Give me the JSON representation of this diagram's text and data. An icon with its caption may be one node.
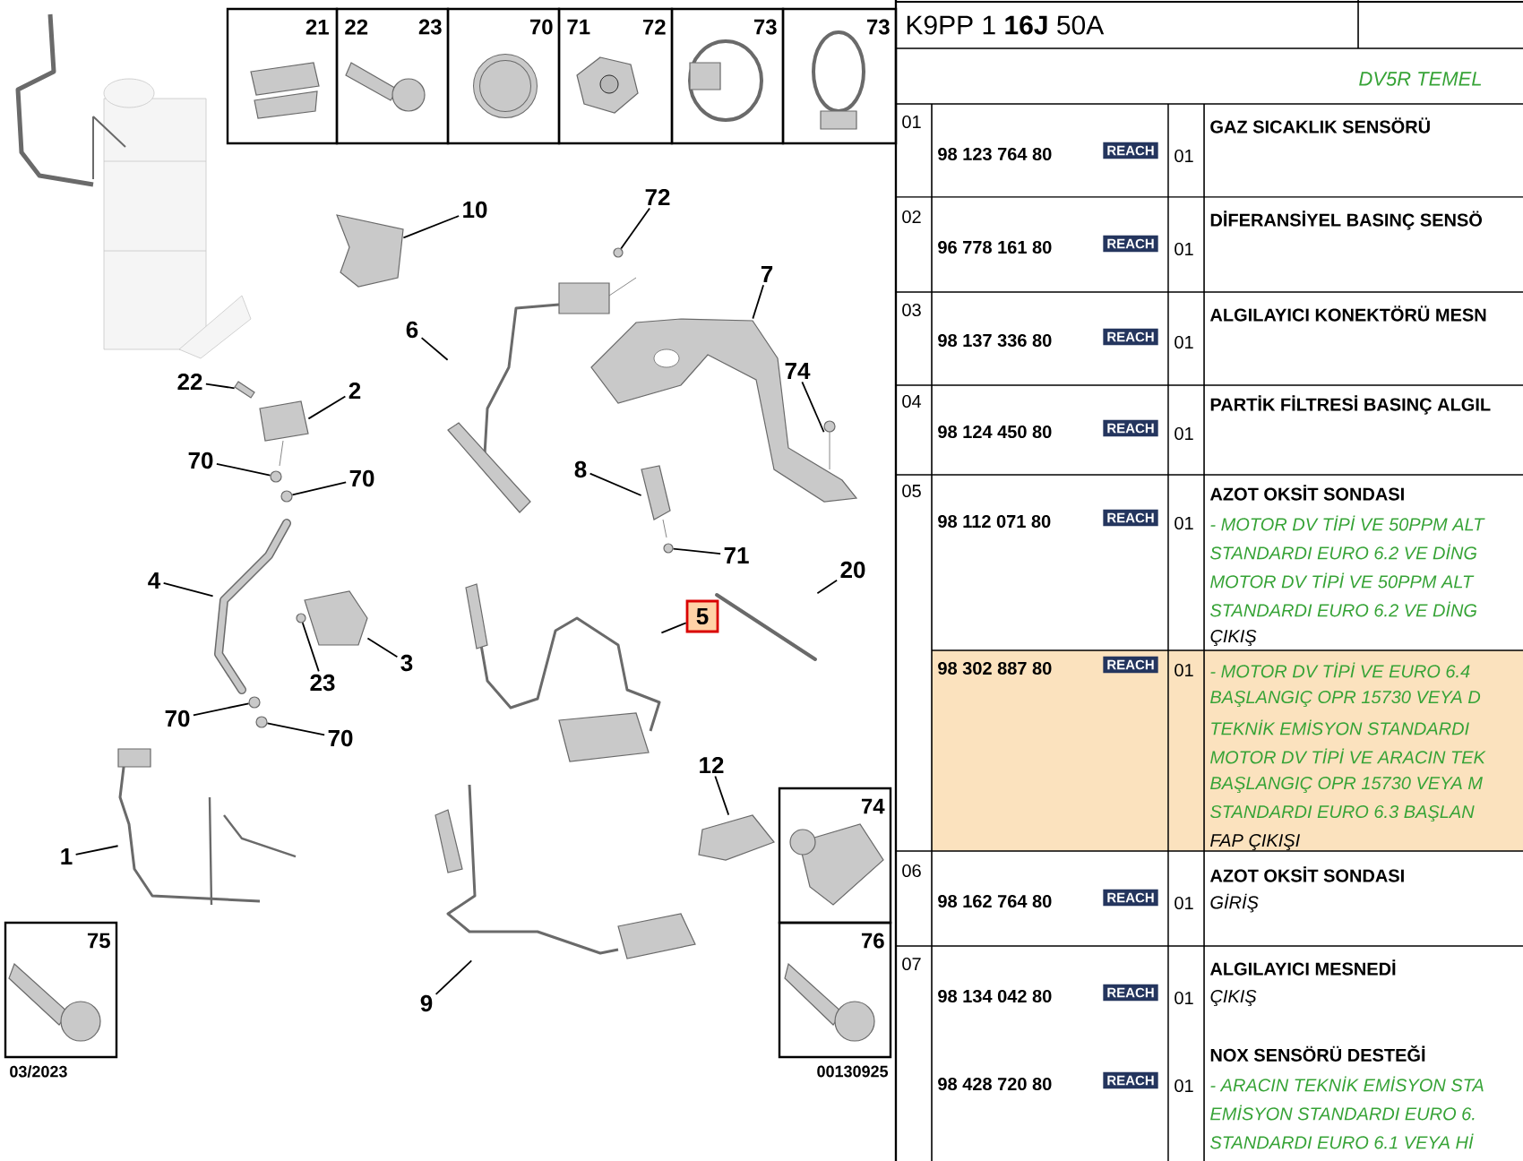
{
  "diagram": {
    "nodes": [
      {
        "text": [
          "10"
        ]
      },
      {
        "text": [
          "72"
        ]
      },
      {
        "text": [
          "7"
        ]
      },
      {
        "text": [
          "6"
        ]
      },
      {
        "text": [
          "74"
        ]
      },
      {
        "text": [
          "22"
        ]
      },
      {
        "text": [
          "2"
        ]
      },
      {
        "text": [
          "70"
        ]
      },
      {
        "text": [
          "70"
        ]
      },
      {
        "text": [
          "8"
        ]
      },
      {
        "text": [
          "71"
        ]
      },
      {
        "text": [
          "4"
        ]
      },
      {
        "text": [
          "20"
        ]
      },
      {
        "text": [
          "5"
        ]
      },
      {
        "text": [
          "3"
        ]
      },
      {
        "text": [
          "23"
        ]
      },
      {
        "text": [
          "70"
        ]
      },
      {
        "text": [
          "70"
        ]
      },
      {
        "text": [
          "1"
        ]
      },
      {
        "text": [
          "12"
        ]
      },
      {
        "text": [
          "9"
        ]
      },
      {
        "text": [],
        "shape": "picture"
      },
      {
        "text": [],
        "shape": "circle"
      },
      {
        "text": [],
        "shape": "picture"
      },
      {
        "text": [],
        "shape": "picture"
      },
      {
        "text": [],
        "shape": "picture"
      },
      {
        "text": [],
        "shape": "picture"
      },
      {
        "text": [],
        "shape": "picture"
      },
      {
        "text": [],
        "shape": "circle"
      },
      {
        "text": [],
        "shape": "circle"
      },
      {
        "text": [],
        "shape": "picture"
      },
      {
        "text": [],
        "shape": "circle"
      },
      {
        "text": [],
        "shape": "picture"
      },
      {
        "text": [],
        "shape": "picture"
      },
      {
        "text": [],
        "shape": "picture"
      },
      {
        "text": [],
        "shape": "picture"
      },
      {
        "text": [],
        "shape": "circle"
      },
      {
        "text": [],
        "shape": "circle"
      },
      {
        "text": [],
        "shape": "circle"
      },
      {
        "text": [],
        "shape": "picture"
      },
      {
        "text": [],
        "shape": "picture"
      },
      {
        "text": [],
        "shape": "picture"
      }
    ],
    "edges": [
      {
        "from": 0,
        "to": 21,
        "arrow": "none"
      },
      {
        "from": 1,
        "to": 22,
        "arrow": "none"
      },
      {
        "from": 2,
        "to": 23,
        "arrow": "none"
      },
      {
        "from": 3,
        "to": 24,
        "arrow": "none"
      },
      {
        "from": 4,
        "to": 25,
        "arrow": "none"
      },
      {
        "from": 5,
        "to": 26,
        "arrow": "none"
      },
      {
        "from": 6,
        "to": 27,
        "arrow": "none"
      },
      {
        "from": 7,
        "to": 28,
        "arrow": "none"
      },
      {
        "from": 8,
        "to": 29,
        "arrow": "none"
      },
      {
        "from": 9,
        "to": 30,
        "arrow": "none"
      },
      {
        "from": 10,
        "to": 31,
        "arrow": "none"
      },
      {
        "from": 11,
        "to": 32,
        "arrow": "none"
      },
      {
        "from": 12,
        "to": 33,
        "arrow": "none"
      },
      {
        "from": 13,
        "to": 34,
        "arrow": "none"
      },
      {
        "from": 14,
        "to": 35,
        "arrow": "none"
      },
      {
        "from": 15,
        "to": 36,
        "arrow": "none"
      },
      {
        "from": 16,
        "to": 37,
        "arrow": "none"
      },
      {
        "from": 17,
        "to": 38,
        "arrow": "none"
      },
      {
        "from": 18,
        "to": 39,
        "arrow": "none"
      },
      {
        "from": 19,
        "to": 40,
        "arrow": "none"
      },
      {
        "from": 20,
        "to": 41,
        "arrow": "none"
      }
    ],
    "labels": [
      "21",
      "22",
      "23",
      "70",
      "71",
      "72",
      "73",
      "73",
      "75",
      "74",
      "76",
      "03/2023",
      "00130925",
      "K9PP 1 **16J** 50A",
      "DV5R TEMEL",
      "01",
      "98 123 764 80",
      "REACH",
      "01",
      "GAZ SICAKLIK SENSÖRÜ",
      "02",
      "96 778 161 80",
      "REACH",
      "01",
      "DİFERANSİYEL BASINÇ SENSÖ",
      "03",
      "98 137 336 80",
      "REACH",
      "01",
      "ALGILAYICI KONEKTÖRÜ MESN",
      "04",
      "98 124 450 80",
      "REACH",
      "01",
      "PARTİK FİLTRESİ BASINÇ ALGIL",
      "05",
      "98 112 071 80",
      "REACH",
      "01",
      "AZOT OKSİT SONDASI",
      "- MOTOR DV TİPİ VE 50PPM ALT",
      "STANDARDI EURO 6.2 VE DİNG",
      "MOTOR DV TİPİ VE 50PPM ALT",
      "STANDARDI EURO 6.2 VE DİNG",
      "ÇIKIŞ",
      "98 302 887 80",
      "REACH",
      "01",
      "- MOTOR DV TİPİ VE EURO 6.4",
      "BAŞLANGIÇ OPR 15730 VEYA D",
      "TEKNİK EMİSYON STANDARDI",
      "MOTOR DV TİPİ VE ARACIN TEK",
      "BAŞLANGIÇ OPR 15730 VEYA M",
      "STANDARDI EURO 6.3 BAŞLAN",
      "FAP ÇIKIŞI",
      "06",
      "98 162 764 80",
      "REACH",
      "01",
      "AZOT OKSİT SONDASI",
      "GİRİŞ",
      "07",
      "98 134 042 80",
      "REACH",
      "01",
      "ALGILAYICI MESNEDİ",
      "ÇIKIŞ",
      "98 428 720 80",
      "REACH",
      "01",
      "NOX SENSÖRÜ DESTEĞİ",
      "- ARACIN TEKNİK EMİSYON STA",
      "EMİSYON STANDARDI EURO 6.",
      "STANDARDI EURO 6.1 VEYA Hİ"
    ]
  }
}
